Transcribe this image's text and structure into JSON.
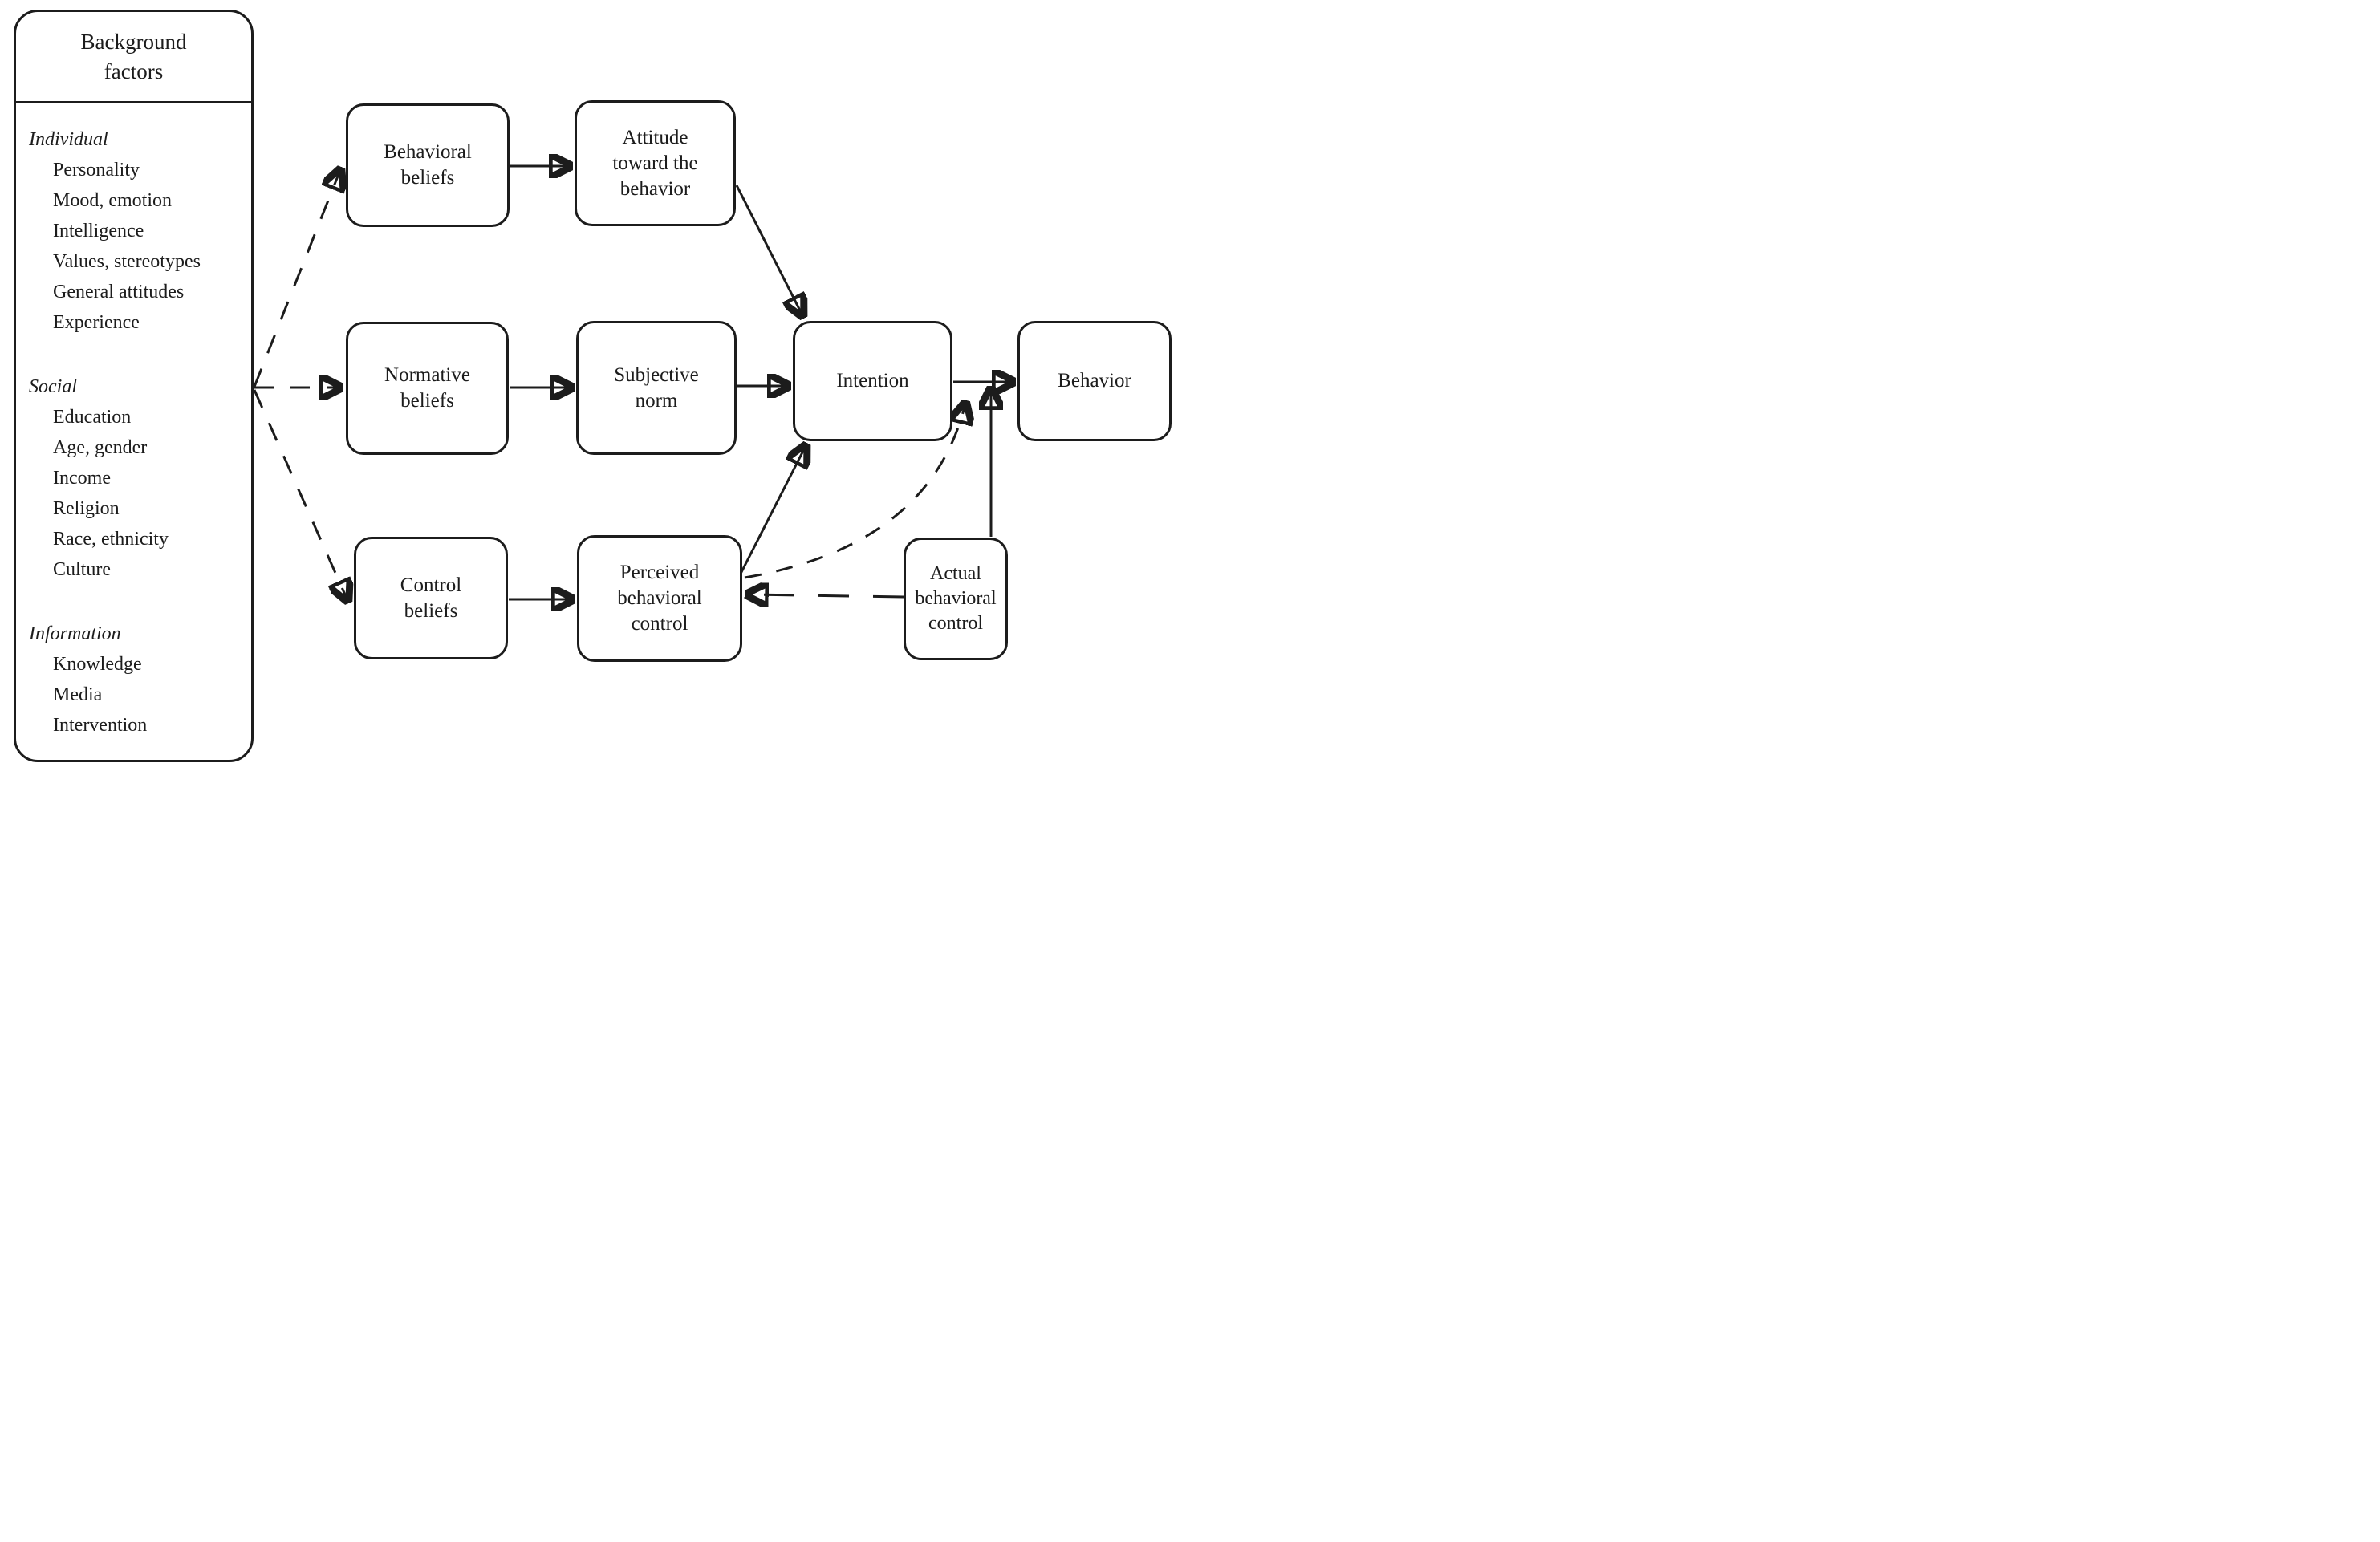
{
  "diagram": {
    "background_box": {
      "title": "Background\nfactors",
      "sections": [
        {
          "header": "Individual",
          "items": [
            "Personality",
            "Mood, emotion",
            "Intelligence",
            "Values, stereotypes",
            "General attitudes",
            "Experience"
          ]
        },
        {
          "header": "Social",
          "items": [
            "Education",
            "Age, gender",
            "Income",
            "Religion",
            "Race, ethnicity",
            "Culture"
          ]
        },
        {
          "header": "Information",
          "items": [
            "Knowledge",
            "Media",
            "Intervention"
          ]
        }
      ]
    },
    "nodes": {
      "behavioral_beliefs": "Behavioral\nbeliefs",
      "attitude": "Attitude\ntoward the\nbehavior",
      "normative_beliefs": "Normative\nbeliefs",
      "subjective_norm": "Subjective\nnorm",
      "control_beliefs": "Control\nbeliefs",
      "perceived_behavioral_control": "Perceived\nbehavioral\ncontrol",
      "intention": "Intention",
      "behavior": "Behavior",
      "actual_behavioral_control": "Actual\nbehavioral\ncontrol"
    },
    "edges": [
      {
        "from": "background-factors",
        "to": "behavioral-beliefs",
        "style": "dashed"
      },
      {
        "from": "background-factors",
        "to": "normative-beliefs",
        "style": "dashed"
      },
      {
        "from": "background-factors",
        "to": "control-beliefs",
        "style": "dashed"
      },
      {
        "from": "behavioral-beliefs",
        "to": "attitude-toward-the-behavior",
        "style": "solid"
      },
      {
        "from": "normative-beliefs",
        "to": "subjective-norm",
        "style": "solid"
      },
      {
        "from": "control-beliefs",
        "to": "perceived-behavioral-control",
        "style": "solid"
      },
      {
        "from": "attitude-toward-the-behavior",
        "to": "intention",
        "style": "solid"
      },
      {
        "from": "subjective-norm",
        "to": "intention",
        "style": "solid"
      },
      {
        "from": "perceived-behavioral-control",
        "to": "intention",
        "style": "solid"
      },
      {
        "from": "intention",
        "to": "behavior",
        "style": "solid"
      },
      {
        "from": "actual-behavioral-control",
        "to": "behavior",
        "style": "solid"
      },
      {
        "from": "actual-behavioral-control",
        "to": "perceived-behavioral-control",
        "style": "dashed"
      },
      {
        "from": "perceived-behavioral-control",
        "to": "behavior",
        "style": "dashed"
      }
    ],
    "colors": {
      "line": "#1c1c1c",
      "background": "#ffffff"
    }
  }
}
